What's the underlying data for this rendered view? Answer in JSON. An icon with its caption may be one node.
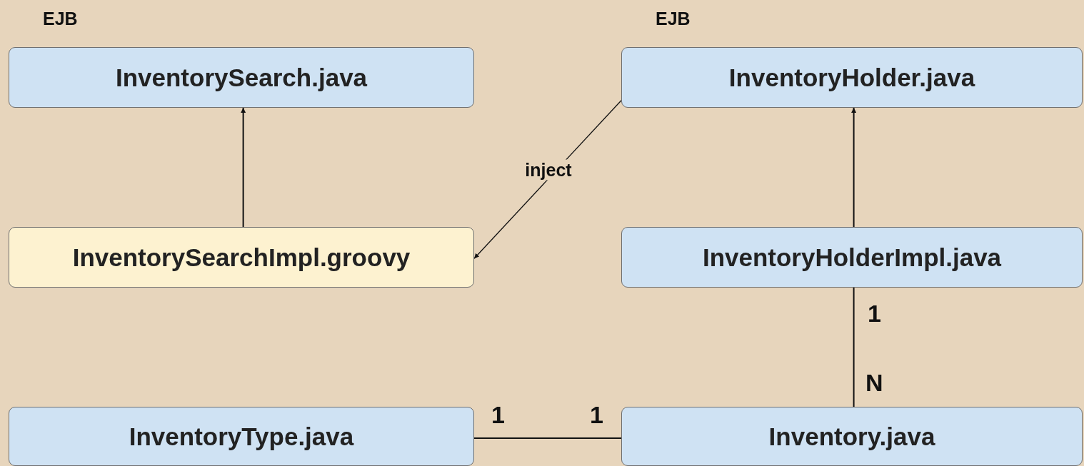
{
  "diagram": {
    "nodes": [
      {
        "text": [
          "InventorySearch.java"
        ],
        "beside": [
          "EJB"
        ]
      },
      {
        "text": [
          "InventoryHolder.java"
        ],
        "beside": [
          "EJB"
        ]
      },
      {
        "text": [
          "InventorySearchImpl.groovy"
        ]
      },
      {
        "text": [
          "InventoryHolderImpl.java"
        ]
      },
      {
        "text": [
          "InventoryType.java"
        ]
      },
      {
        "text": [
          "Inventory.java"
        ]
      }
    ],
    "edges": [
      {
        "from": 2,
        "to": 0,
        "arrow": "to"
      },
      {
        "from": 1,
        "to": 2,
        "arrow": "to",
        "label": "inject"
      },
      {
        "from": 3,
        "to": 1,
        "arrow": "to"
      },
      {
        "from": 3,
        "to": 5,
        "arrow": "none"
      },
      {
        "from": 4,
        "to": 5,
        "arrow": "none"
      }
    ],
    "labels": [
      "1",
      "N",
      "1",
      "1"
    ]
  }
}
